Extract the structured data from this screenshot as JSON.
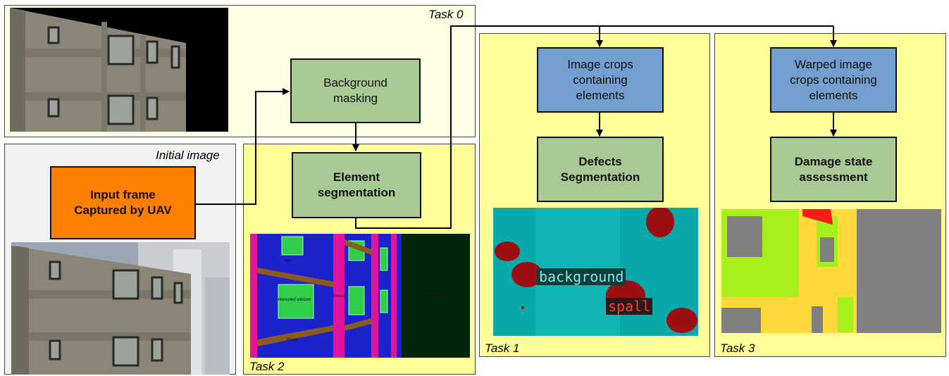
{
  "panels": {
    "task0": "Task 0",
    "initial": "Initial image",
    "task2": "Task 2",
    "task1": "Task 1",
    "task3": "Task 3"
  },
  "boxes": {
    "background_masking": "Background\nmasking",
    "element_segmentation": "Element\nsegmentation",
    "input_frame": "Input frame\nCaptured by UAV",
    "image_crops": "Image crops\ncontaining\nelements",
    "defects_segmentation": "Defects\nSegmentation",
    "warped_crops": "Warped image\ncrops containing\nelements",
    "damage_state": "Damage state\nassessment"
  },
  "defects_image": {
    "label_background": "background",
    "label_spall": "spall"
  },
  "colors": {
    "task_yellow": "#ffff99",
    "task0_fill": "#ffffe6",
    "initial_fill": "#f2f2f2",
    "green_box": "#a9c994",
    "blue_box": "#729fcf",
    "orange_box": "#ff8000"
  }
}
